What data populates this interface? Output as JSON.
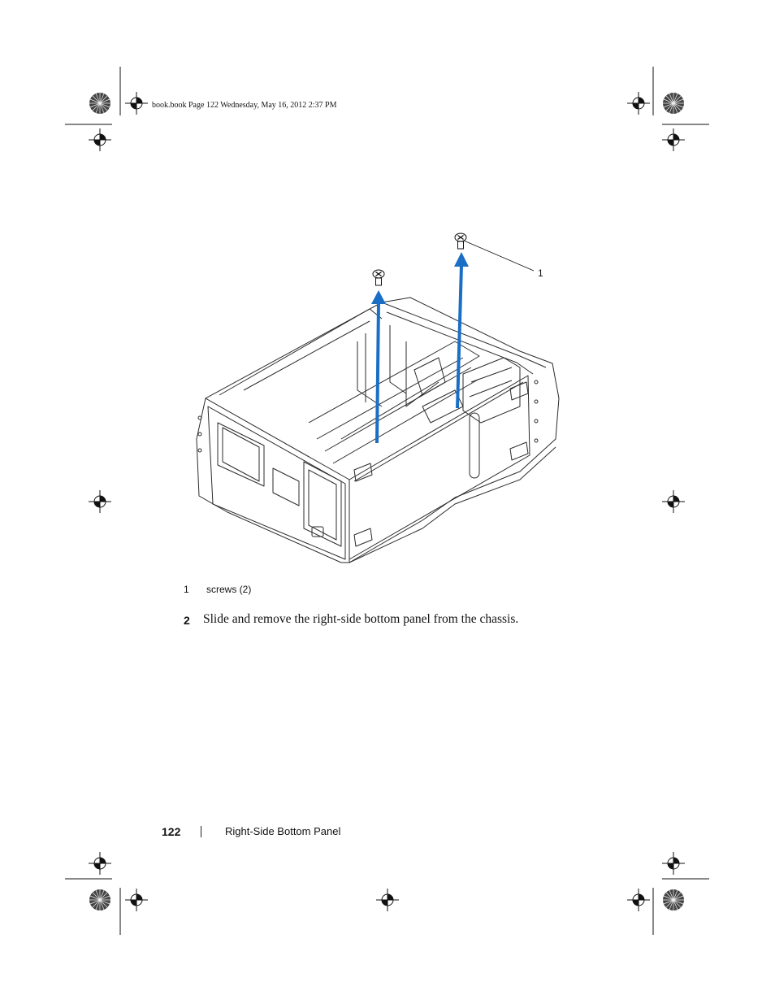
{
  "print_header": {
    "text": "book.book  Page 122  Wednesday, May 16, 2012  2:37 PM"
  },
  "figure": {
    "callout_number": "1",
    "caption": {
      "number": "1",
      "text": "screws (2)"
    },
    "arrow_color": "#1a6fc4"
  },
  "step": {
    "number": "2",
    "text": "Slide and remove the right-side bottom panel from the chassis."
  },
  "footer": {
    "page_number": "122",
    "section_title": "Right-Side Bottom Panel"
  }
}
